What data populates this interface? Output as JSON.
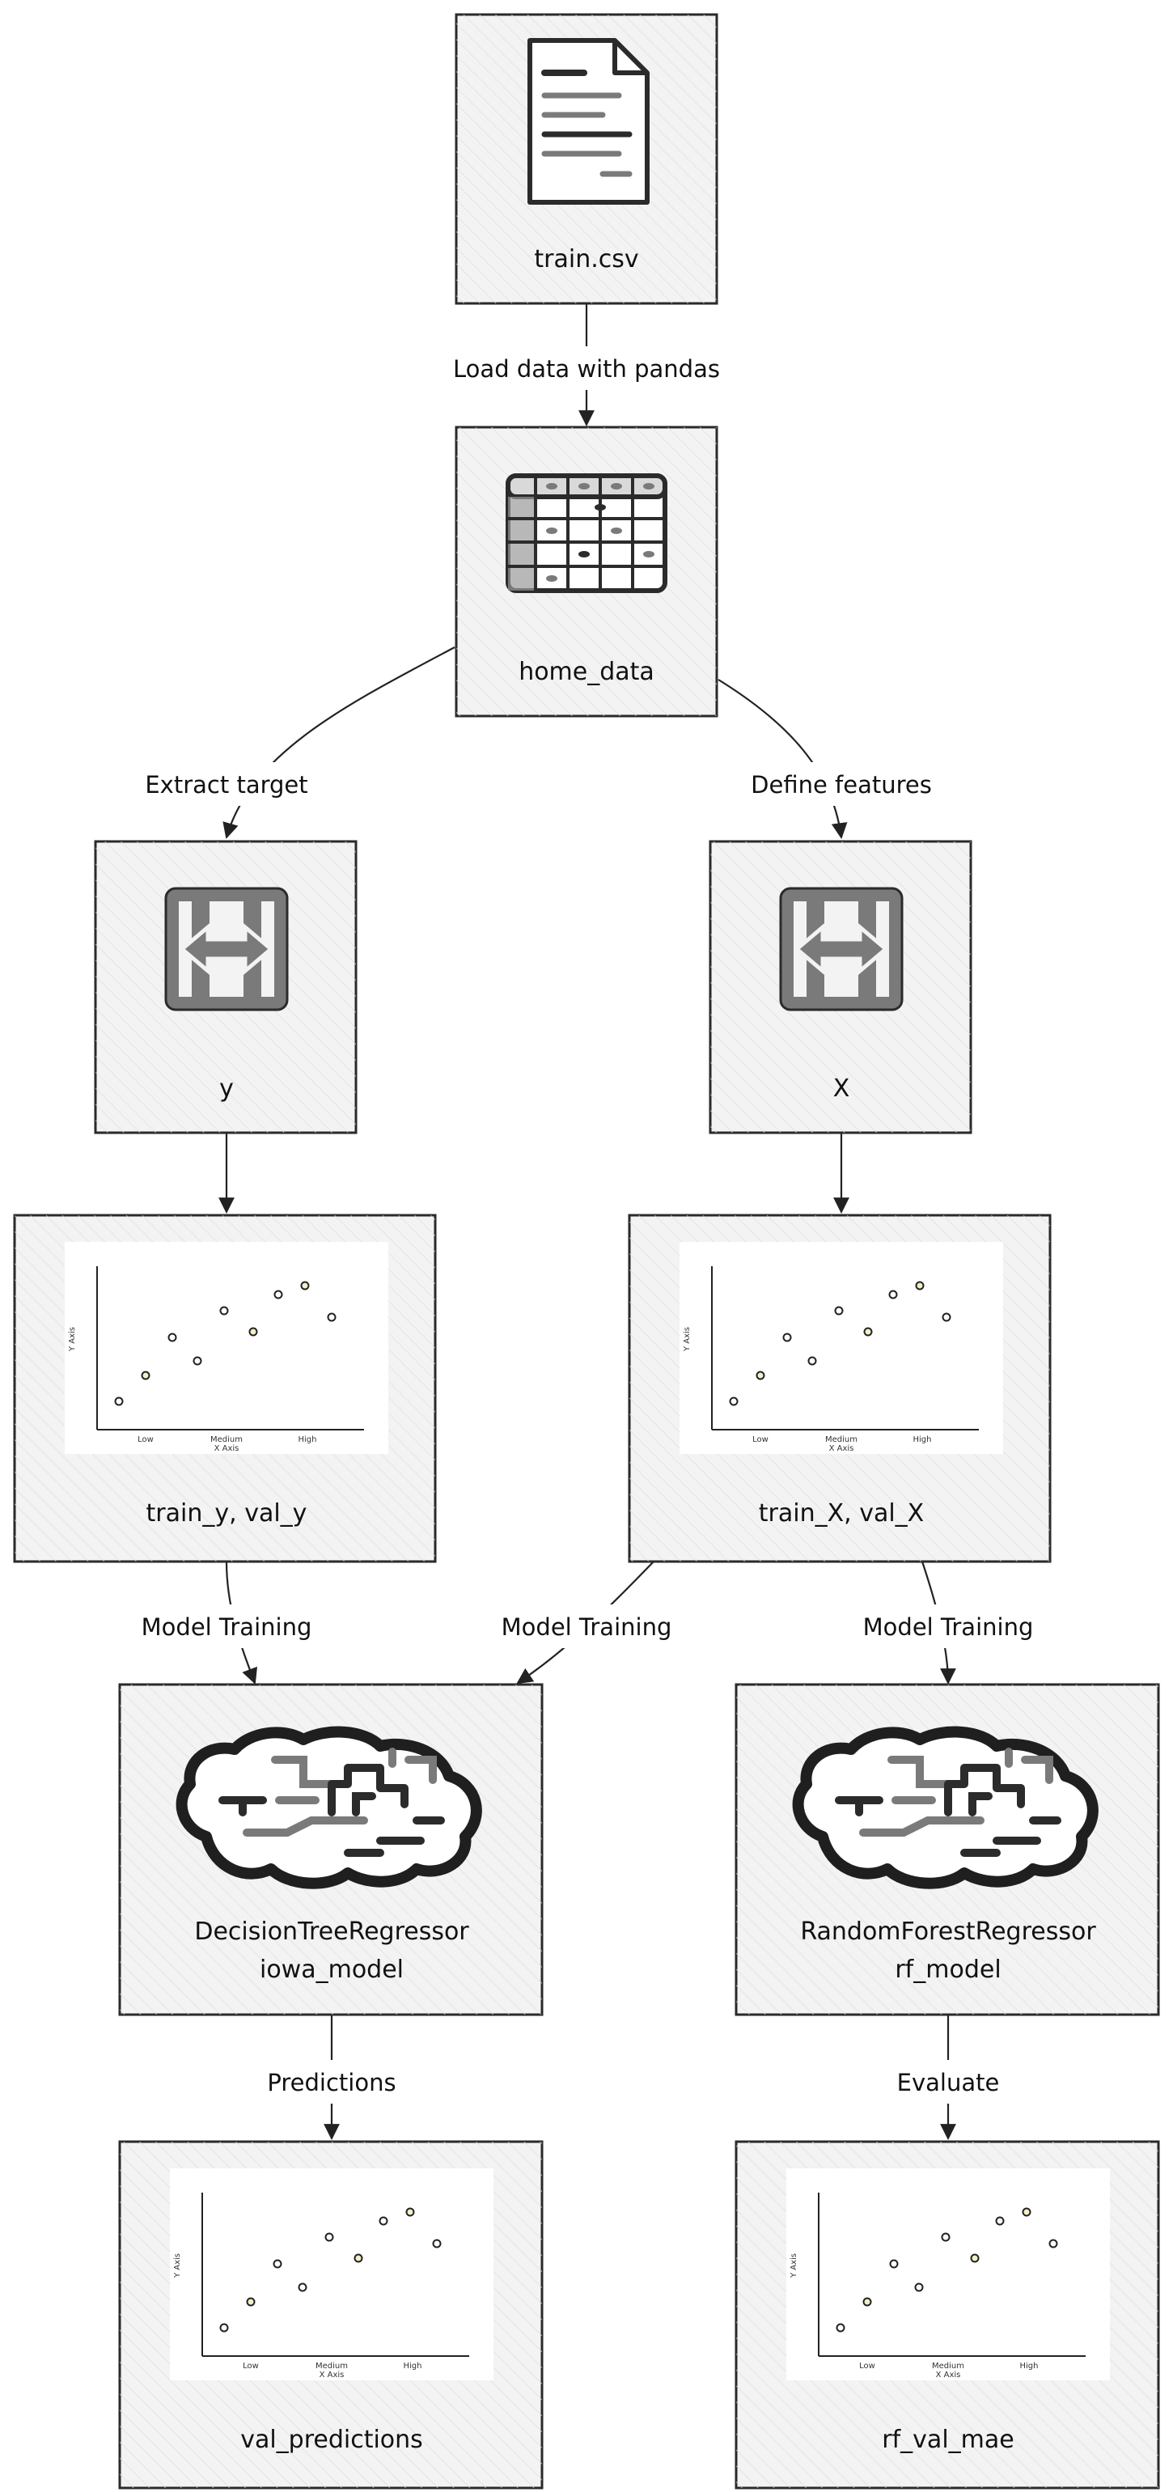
{
  "nodes": {
    "train_csv": {
      "label": "train.csv",
      "icon": "document-icon"
    },
    "home_data": {
      "label": "home_data",
      "icon": "table-icon"
    },
    "y": {
      "label": "y",
      "icon": "split-arrow-icon"
    },
    "x": {
      "label": "X",
      "icon": "split-arrow-icon"
    },
    "train_y": {
      "label": "train_y, val_y",
      "icon": "scatter-plot-icon"
    },
    "train_x": {
      "label": "train_X, val_X",
      "icon": "scatter-plot-icon"
    },
    "tree_model": {
      "line1": "DecisionTreeRegressor",
      "line2": "iowa_model",
      "icon": "brain-icon"
    },
    "rf_model": {
      "line1": "RandomForestRegressor",
      "line2": "rf_model",
      "icon": "brain-icon"
    },
    "val_predictions": {
      "label": "val_predictions",
      "icon": "scatter-plot-icon"
    },
    "rf_val_mae": {
      "label": "rf_val_mae",
      "icon": "scatter-plot-icon"
    }
  },
  "edges": {
    "load": "Load data with pandas",
    "extract_target": "Extract target",
    "define_features": "Define features",
    "train1": "Model Training",
    "train2": "Model Training",
    "train3": "Model Training",
    "predictions": "Predictions",
    "evaluate": "Evaluate"
  },
  "plot_icon": {
    "xticks": [
      "Low",
      "Medium",
      "High"
    ],
    "xlabel": "X Axis",
    "ylabel": "Y Axis"
  },
  "colors": {
    "box_fill": "#f3f3f3",
    "stroke": "#2a2a2a",
    "icon_gray": "#7a7a7a",
    "icon_dark": "#2b2b2b"
  }
}
